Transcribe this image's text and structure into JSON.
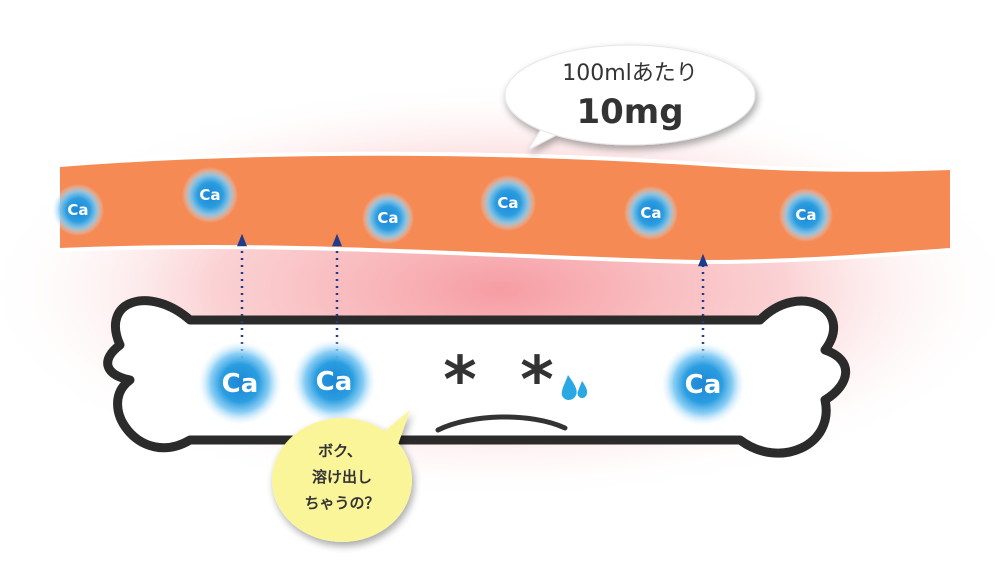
{
  "ion_label": "Ca",
  "concentration_bubble": {
    "line1": "100mlあたり",
    "line2": "10mg"
  },
  "bone_speech": {
    "line1": "ボク、",
    "line2": "溶け出し",
    "line3": "ちゃうの？"
  },
  "face": {
    "left_eye": "*",
    "right_eye": "*"
  },
  "colors": {
    "blood_vessel": "#f58a55",
    "tissue_glow": "#f7a6a8",
    "ion_core": "#2a9de0",
    "ion_glow": "#8ccff5",
    "arrow": "#1f3c8a",
    "bone_outline": "#2b2b2b",
    "speech_yellow": "#fbf59a",
    "tear": "#2aa8e4"
  }
}
